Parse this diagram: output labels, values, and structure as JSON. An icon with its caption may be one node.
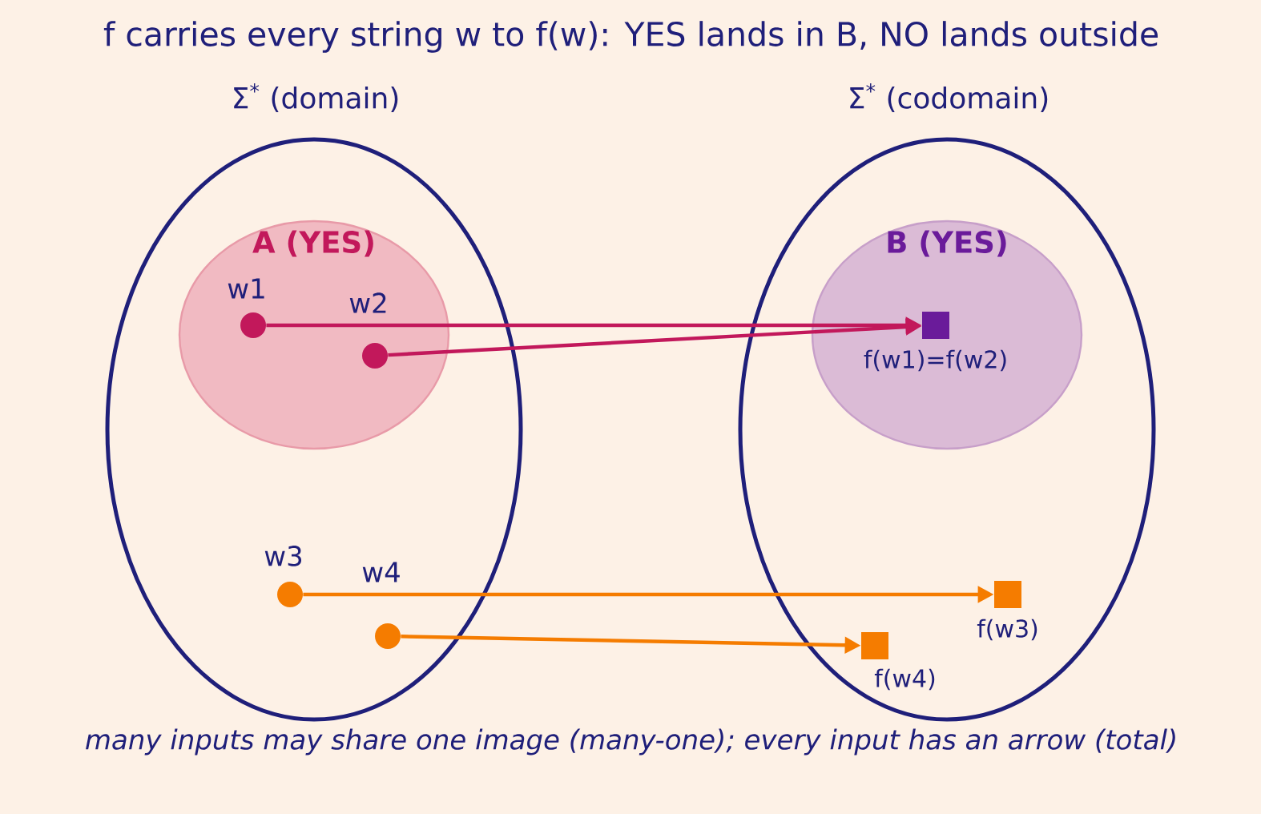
{
  "diagram": {
    "title": "f carries every string w to f(w): YES lands in B, NO lands outside",
    "caption": "many inputs may share one image  (many-one);  every input has an arrow  (total)",
    "nodes": [
      {
        "text": [
          "Σ$^{*}$  (domain)"
        ]
      },
      {
        "text": [
          "A (YES)"
        ],
        "in": 0
      },
      {
        "text": [],
        "shape": "circle",
        "beside": [
          "w1"
        ],
        "in": 1
      },
      {
        "text": [],
        "shape": "circle",
        "beside": [
          "w2"
        ],
        "in": 1
      },
      {
        "text": [],
        "shape": "circle",
        "beside": [
          "w3"
        ],
        "in": 0
      },
      {
        "text": [],
        "shape": "circle",
        "beside": [
          "w4"
        ],
        "in": 0
      },
      {
        "text": [
          "Σ$^{*}$  (codomain)"
        ]
      },
      {
        "text": [
          "B (YES)"
        ],
        "in": 6
      },
      {
        "text": [],
        "shape": "box",
        "beside": [
          "f(w1)=f(w2)"
        ],
        "in": 7
      },
      {
        "text": [],
        "shape": "box",
        "beside": [
          "f(w3)"
        ],
        "in": 6
      },
      {
        "text": [],
        "shape": "box",
        "beside": [
          "f(w4)"
        ],
        "in": 6
      }
    ],
    "edges": [
      {
        "from": 2,
        "to": 8,
        "arrow": "to",
        "color": "#c2185b"
      },
      {
        "from": 3,
        "to": 8,
        "arrow": "to",
        "color": "#c2185b"
      },
      {
        "from": 4,
        "to": 9,
        "arrow": "to",
        "color": "#f57c00"
      },
      {
        "from": 5,
        "to": 10,
        "arrow": "to",
        "color": "#f57c00"
      }
    ]
  }
}
